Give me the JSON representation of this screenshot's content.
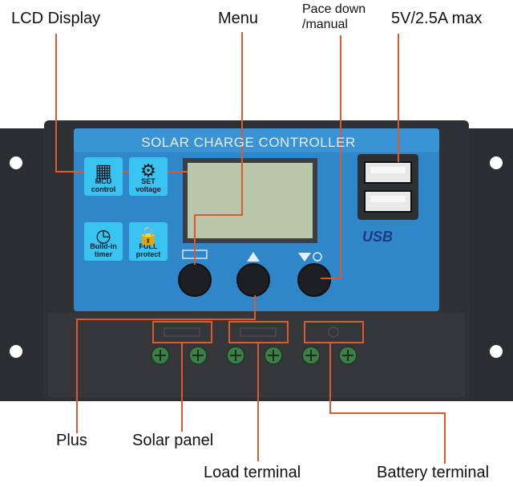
{
  "callouts": {
    "lcd_display": "LCD Display",
    "menu": "Menu",
    "pace_down": "Pace down\n/manual",
    "usb_max": "5V/2.5A max",
    "plus": "Plus",
    "solar_panel": "Solar panel",
    "load_terminal": "Load terminal",
    "battery_terminal": "Battery terminal"
  },
  "panel": {
    "title": "SOLAR CHARGE CONTROLLER",
    "tiles": [
      {
        "label": "MCU\ncontrol",
        "icon": "chip-icon"
      },
      {
        "label": "SET\nvoltage",
        "icon": "gear-icon"
      },
      {
        "label": "Build-in\ntimer",
        "icon": "clock-icon"
      },
      {
        "label": "FULL\nprotect",
        "icon": "lock-icon"
      }
    ],
    "usb_mark": "USB"
  },
  "colors": {
    "leader_line": "#d95c2e",
    "housing": "#2a2c2f",
    "panel_blue": "#2f86c9",
    "tile_cyan": "#39c3f0",
    "lcd_green": "#b9c6a9"
  }
}
